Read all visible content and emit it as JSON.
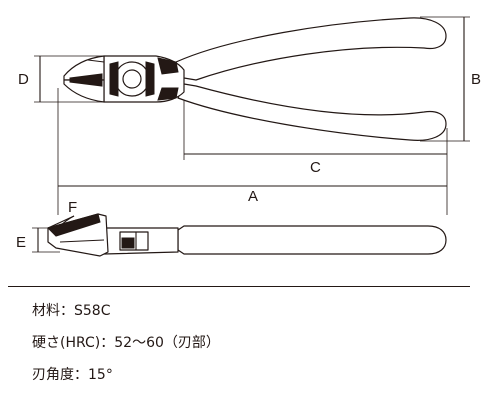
{
  "dimension_labels": {
    "a": "A",
    "b": "B",
    "c": "C",
    "d": "D",
    "e": "E",
    "f": "F"
  },
  "specs": [
    "材料：S58C",
    "硬さ(HRC)：52〜60（刃部）",
    "刃角度：15°"
  ]
}
